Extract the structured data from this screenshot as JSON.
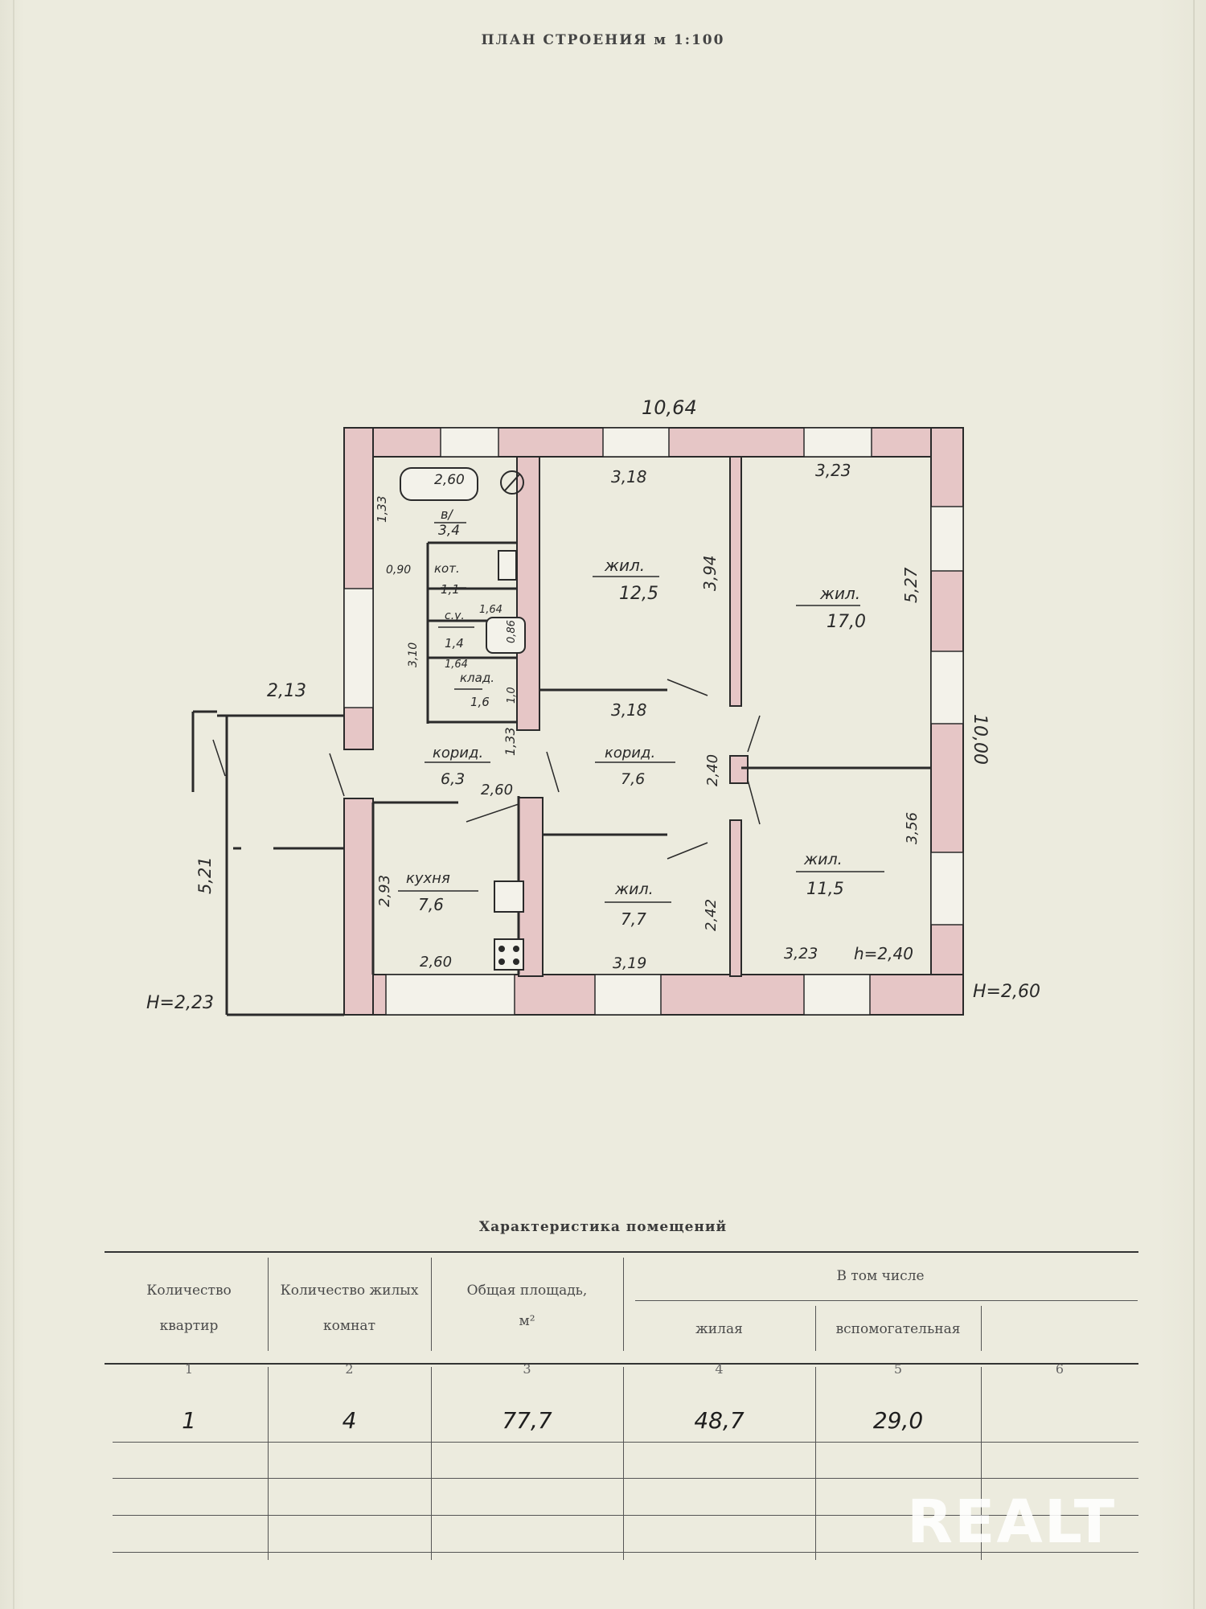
{
  "plan": {
    "title": "ПЛАН СТРОЕНИЯ м 1:100",
    "dims": {
      "overall_width": "10,64",
      "overall_depth": "10,00",
      "veranda_width": "2,13",
      "veranda_depth": "5,21",
      "h_left": "Н=2,23",
      "h_right": "Н=2,60",
      "h_room": "h=2,40"
    },
    "rooms": [
      {
        "name": "в/",
        "area": "3,4",
        "dim_w": "2,60",
        "dim_h": "1,33"
      },
      {
        "name": "кот.",
        "area": "1,1",
        "dim_w": "0,90"
      },
      {
        "name": "с.у.",
        "area": "1,4",
        "dim_w": "1,64",
        "dim_h": "0,86"
      },
      {
        "name": "клад.",
        "area": "1,6",
        "dim_w": "1,64",
        "dim_h": "1,0"
      },
      {
        "name": "жил.",
        "area": "12,5",
        "dim_w": "3,18",
        "dim_h": "3,94",
        "dim_w2": "3,18"
      },
      {
        "name": "жил.",
        "area": "17,0",
        "dim_w": "3,23",
        "dim_h": "5,27"
      },
      {
        "name": "корид.",
        "area": "6,3",
        "dim_w": "2,60",
        "dim_h": "1,33"
      },
      {
        "name": "корид.",
        "area": "7,6",
        "dim_h": "2,40"
      },
      {
        "name": "кухня",
        "area": "7,6",
        "dim_w": "2,60",
        "dim_h": "2,93"
      },
      {
        "name": "жил.",
        "area": "7,7",
        "dim_w": "3,19",
        "dim_h": "2,42"
      },
      {
        "name": "жил.",
        "area": "11,5",
        "dim_w": "3,23",
        "dim_h": "3,56"
      },
      {
        "dim_h": "3,10"
      }
    ]
  },
  "table": {
    "title": "Характеристика помещений",
    "headers": {
      "flats": [
        "Количество",
        "квартир"
      ],
      "rooms": [
        "Количество жилых",
        "комнат"
      ],
      "area": [
        "Общая площадь,",
        "м²"
      ],
      "incl": "В том числе",
      "living": "жилая",
      "aux": "вспомогательная"
    },
    "col_numbers": [
      "1",
      "2",
      "3",
      "4",
      "5",
      "6"
    ],
    "row": [
      "1",
      "4",
      "77,7",
      "48,7",
      "29,0",
      ""
    ]
  },
  "watermark": "REALT",
  "colors": {
    "paper": "#ecebdd",
    "wall_fill": "#e6c6c6",
    "wall_stroke": "#2a2a2a"
  }
}
